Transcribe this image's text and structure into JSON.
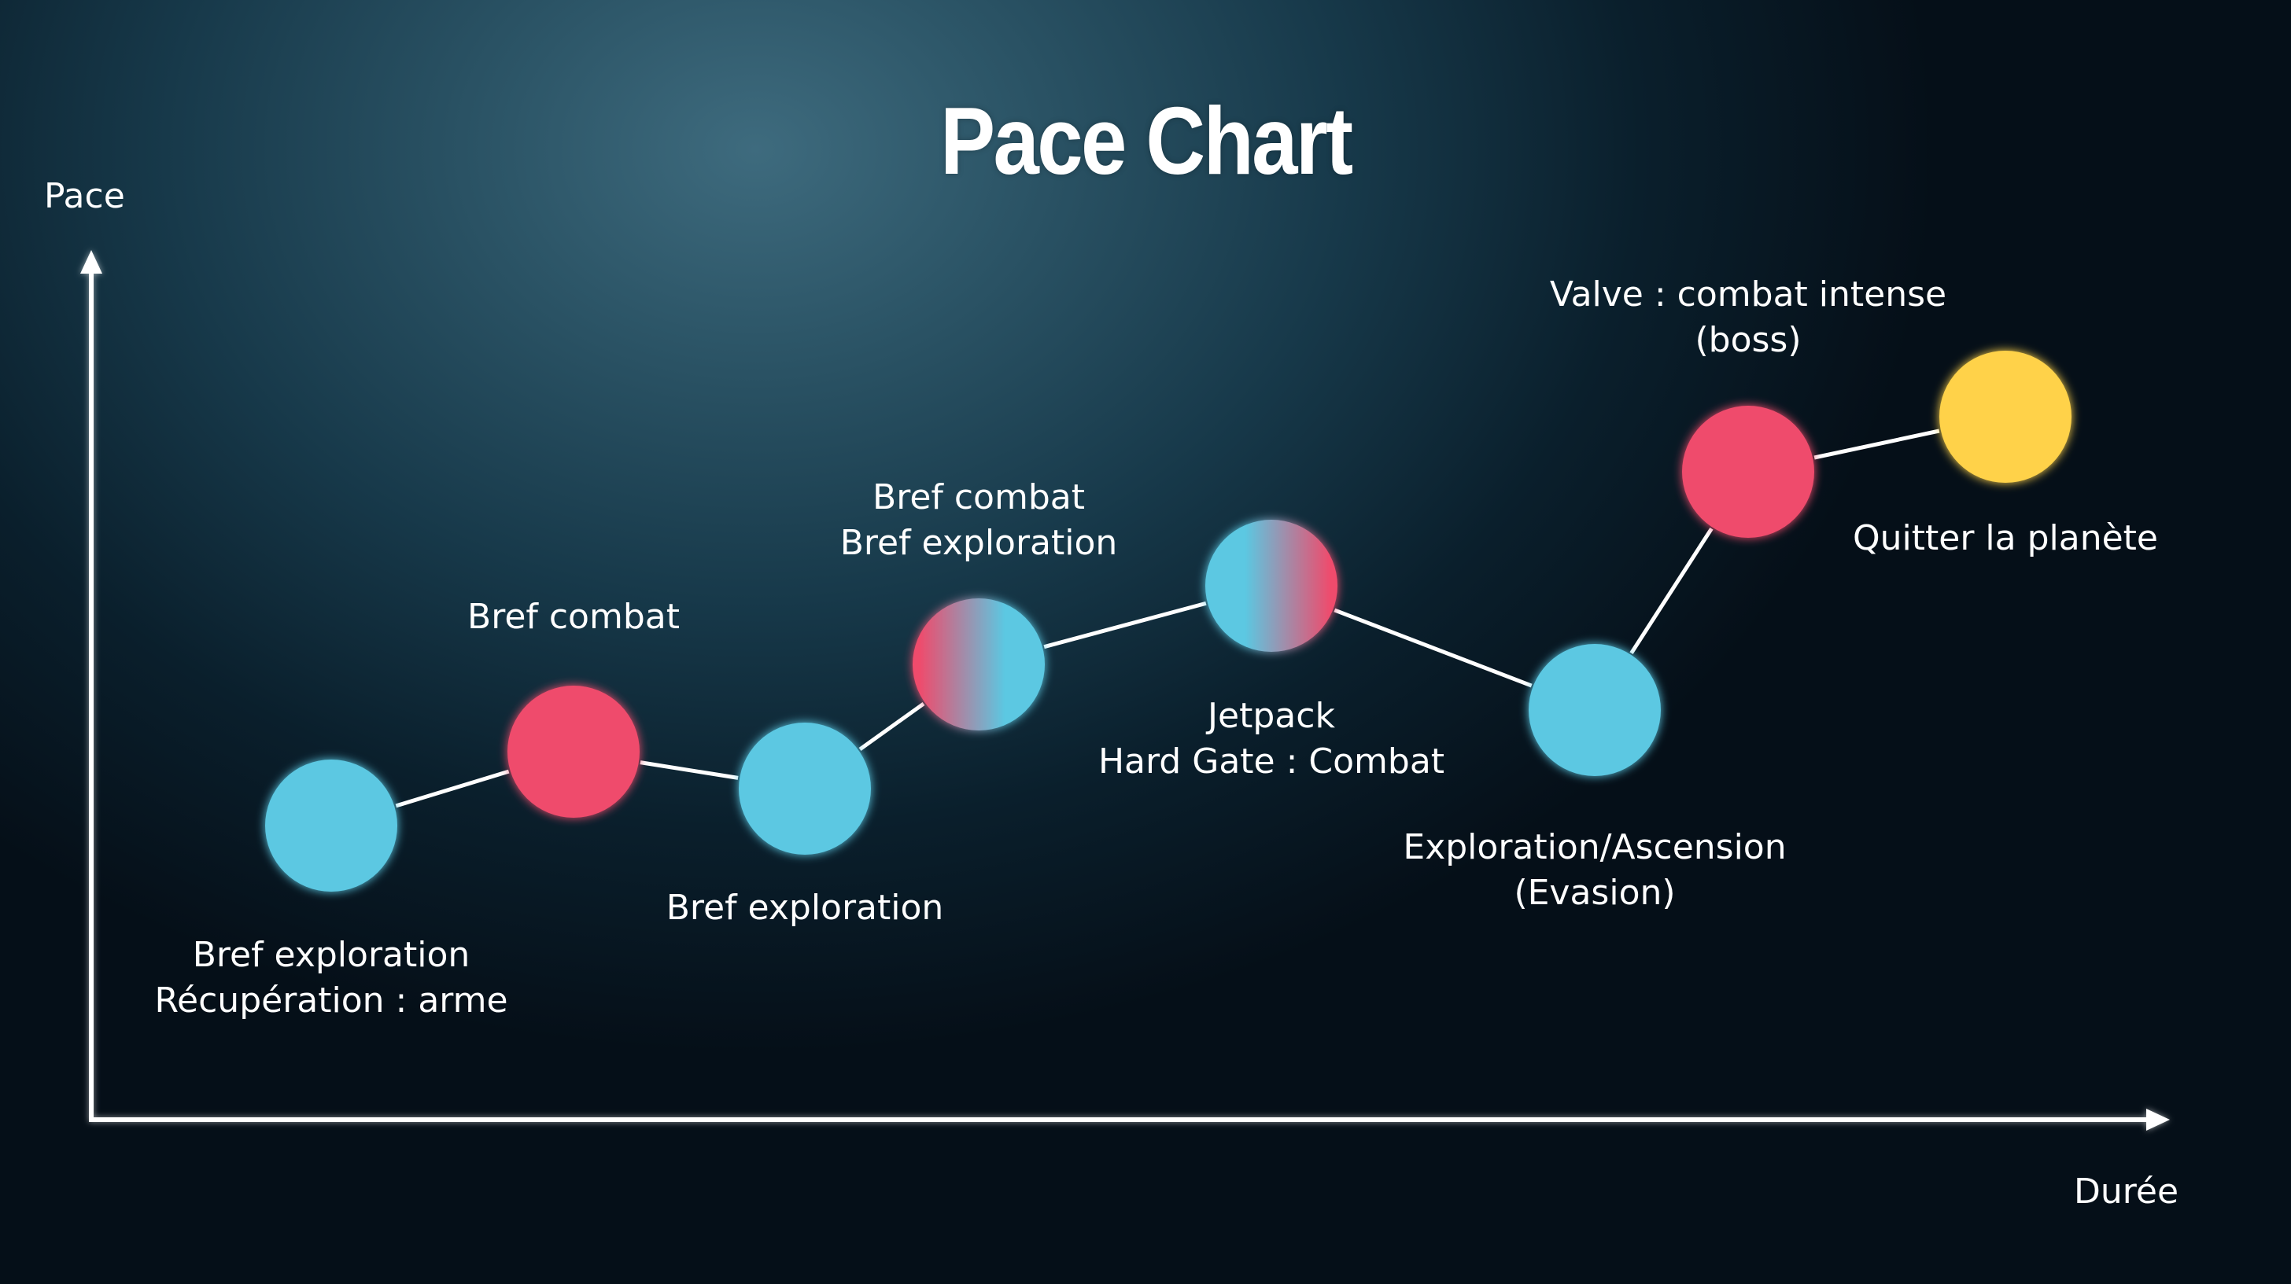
{
  "title": "Pace Chart",
  "axes": {
    "y_label": "Pace",
    "x_label": "Durée"
  },
  "colors": {
    "exploration": "#5bc8e2",
    "combat": "#ef4b6c",
    "exit": "#ffd24a",
    "line": "#ffffff"
  },
  "nodes": [
    {
      "kind": "exploration",
      "lines": [
        "Bref exploration",
        "Récupération : arme"
      ]
    },
    {
      "kind": "combat",
      "lines": [
        "Bref combat"
      ]
    },
    {
      "kind": "exploration",
      "lines": [
        "Bref exploration"
      ]
    },
    {
      "kind": "combat-exploration",
      "lines": [
        "Bref combat",
        "Bref exploration"
      ]
    },
    {
      "kind": "exploration-combat",
      "lines": [
        "Jetpack",
        "Hard Gate : Combat"
      ]
    },
    {
      "kind": "exploration",
      "lines": [
        "Exploration/Ascension",
        "(Evasion)"
      ]
    },
    {
      "kind": "combat",
      "lines": [
        "Valve : combat intense",
        "(boss)"
      ]
    },
    {
      "kind": "exit",
      "lines": [
        "Quitter la planète"
      ]
    }
  ]
}
